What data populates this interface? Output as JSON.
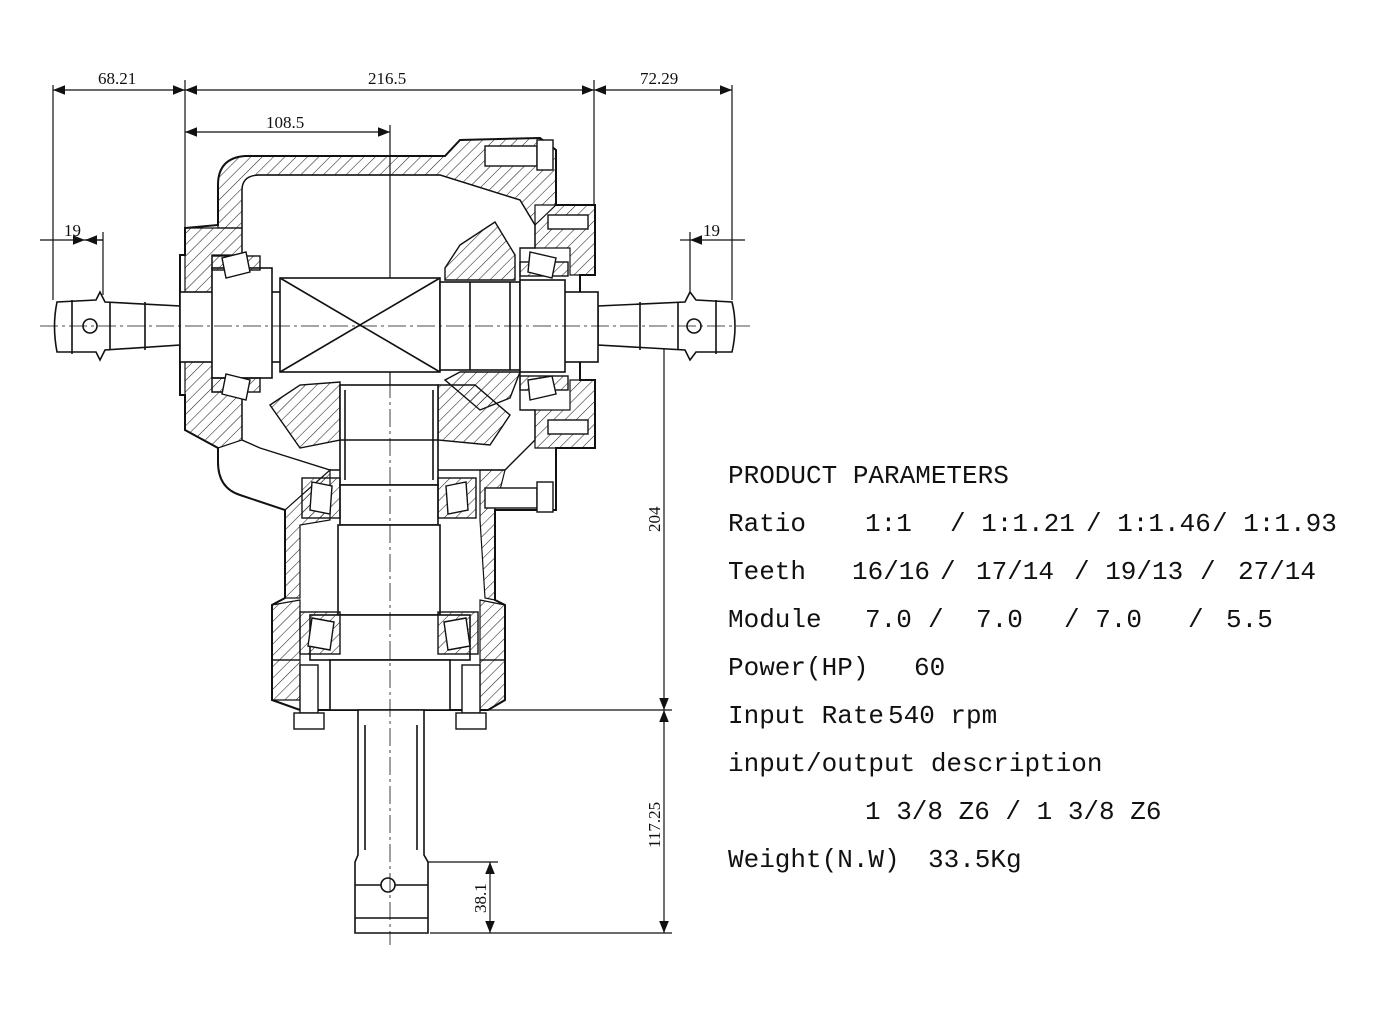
{
  "dimensions": {
    "left_shaft_ext": "68.21",
    "overall_width": "216.5",
    "right_shaft_ext": "72.29",
    "half_width": "108.5",
    "left_key": "19",
    "right_key": "19",
    "height_204": "204",
    "height_117": "117.25",
    "height_38": "38.1"
  },
  "parameters": {
    "heading": "PRODUCT PARAMETERS",
    "ratio": {
      "label": "Ratio",
      "v1": "1:1",
      "v2": "/ 1:1.21",
      "v3": "/ 1:1.46",
      "v4": "/ 1:1.93"
    },
    "teeth": {
      "label": "Teeth",
      "v1": "16/16",
      "s1": "/",
      "v2": "17/14",
      "v3": "/ 19/13",
      "s3": "/",
      "v4": "27/14"
    },
    "module": {
      "label": "Module",
      "v1": "7.0",
      "s1": "/",
      "v2": "7.0",
      "v3": "/ 7.0",
      "s3": "/",
      "v4": "5.5"
    },
    "power": {
      "label": "Power(HP)",
      "value": "60"
    },
    "input_rate": {
      "label": "Input Rate",
      "value": "540 rpm"
    },
    "io": {
      "label": "input/output description",
      "value": "1 3/8 Z6 / 1 3/8 Z6"
    },
    "weight": {
      "label": "Weight(N.W)",
      "value": "33.5Kg"
    }
  }
}
